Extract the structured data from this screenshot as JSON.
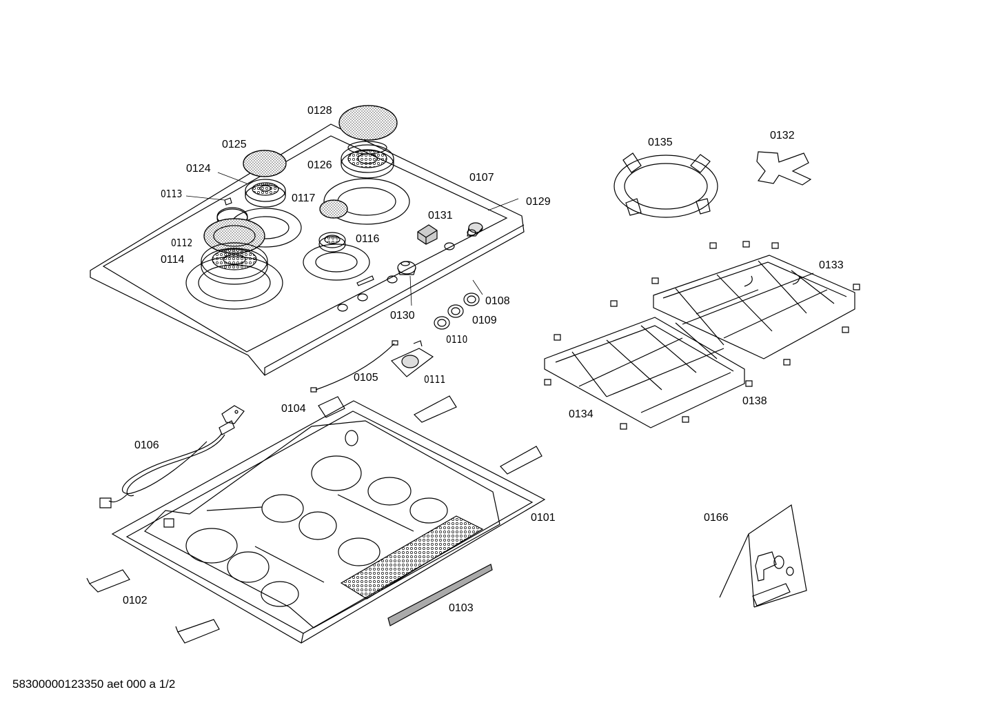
{
  "labels": {
    "p0128": "0128",
    "p0125": "0125",
    "p0124": "0124",
    "p0126": "0126",
    "p0107": "0107",
    "p0113": "0113",
    "p0117": "0117",
    "p0129": "0129",
    "p0131": "0131",
    "p0112": "0112",
    "p0116": "0116",
    "p0114": "0114",
    "p0108": "0108",
    "p0130": "0130",
    "p0109": "0109",
    "p0110": "0110",
    "p0105": "0105",
    "p0111": "0111",
    "p0104": "0104",
    "p0106": "0106",
    "p0101": "0101",
    "p0102": "0102",
    "p0103": "0103",
    "p0135": "0135",
    "p0132": "0132",
    "p0133": "0133",
    "p0134": "0134",
    "p0138": "0138",
    "p0166": "0166"
  },
  "footer": "58300000123350 aet 000 a 1/2"
}
